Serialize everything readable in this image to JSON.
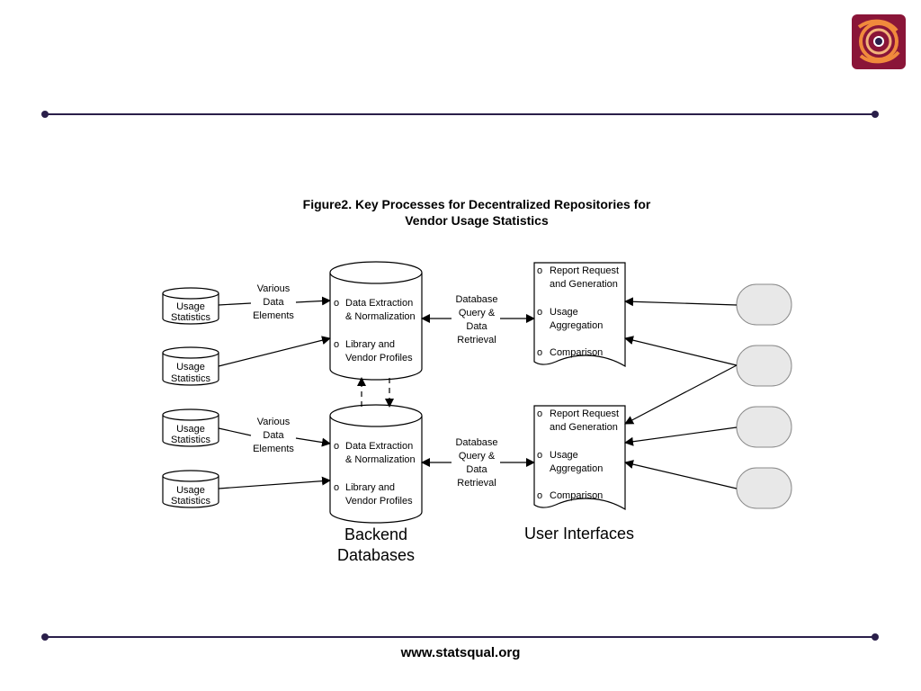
{
  "header": {
    "logo_icon": "statsqual-logo-icon",
    "accent_color": "#8a1538",
    "rule_color": "#2a1f4a"
  },
  "figure": {
    "title_line1": "Figure2.  Key Processes for Decentralized Repositories for",
    "title_line2": "Vendor Usage Statistics"
  },
  "sources": [
    {
      "line1": "Usage",
      "line2": "Statistics"
    },
    {
      "line1": "Usage",
      "line2": "Statistics"
    },
    {
      "line1": "Usage",
      "line2": "Statistics"
    },
    {
      "line1": "Usage",
      "line2": "Statistics"
    }
  ],
  "various_labels": [
    {
      "line1": "Various",
      "line2": "Data",
      "line3": "Elements"
    },
    {
      "line1": "Various",
      "line2": "Data",
      "line3": "Elements"
    }
  ],
  "databases": [
    {
      "bullet1_line1": "Data Extraction",
      "bullet1_line2": "& Normalization",
      "bullet2_line1": "Library and",
      "bullet2_line2": "Vendor Profiles"
    },
    {
      "bullet1_line1": "Data Extraction",
      "bullet1_line2": "& Normalization",
      "bullet2_line1": "Library and",
      "bullet2_line2": "Vendor Profiles"
    }
  ],
  "query_labels": [
    {
      "line1": "Database",
      "line2": "Query &",
      "line3": "Data",
      "line4": "Retrieval"
    },
    {
      "line1": "Database",
      "line2": "Query &",
      "line3": "Data",
      "line4": "Retrieval"
    }
  ],
  "documents": [
    {
      "item1_line1": "Report Request",
      "item1_line2": "and Generation",
      "item2_line1": "Usage",
      "item2_line2": "Aggregation",
      "item3": "Comparison"
    },
    {
      "item1_line1": "Report Request",
      "item1_line2": "and Generation",
      "item2_line1": "Usage",
      "item2_line2": "Aggregation",
      "item3": "Comparison"
    }
  ],
  "bullet_glyph": "o",
  "bottom_labels": {
    "backend_line1": "Backend",
    "backend_line2": "Databases",
    "ui": "User Interfaces"
  },
  "footer": {
    "url": "www.statsqual.org"
  }
}
